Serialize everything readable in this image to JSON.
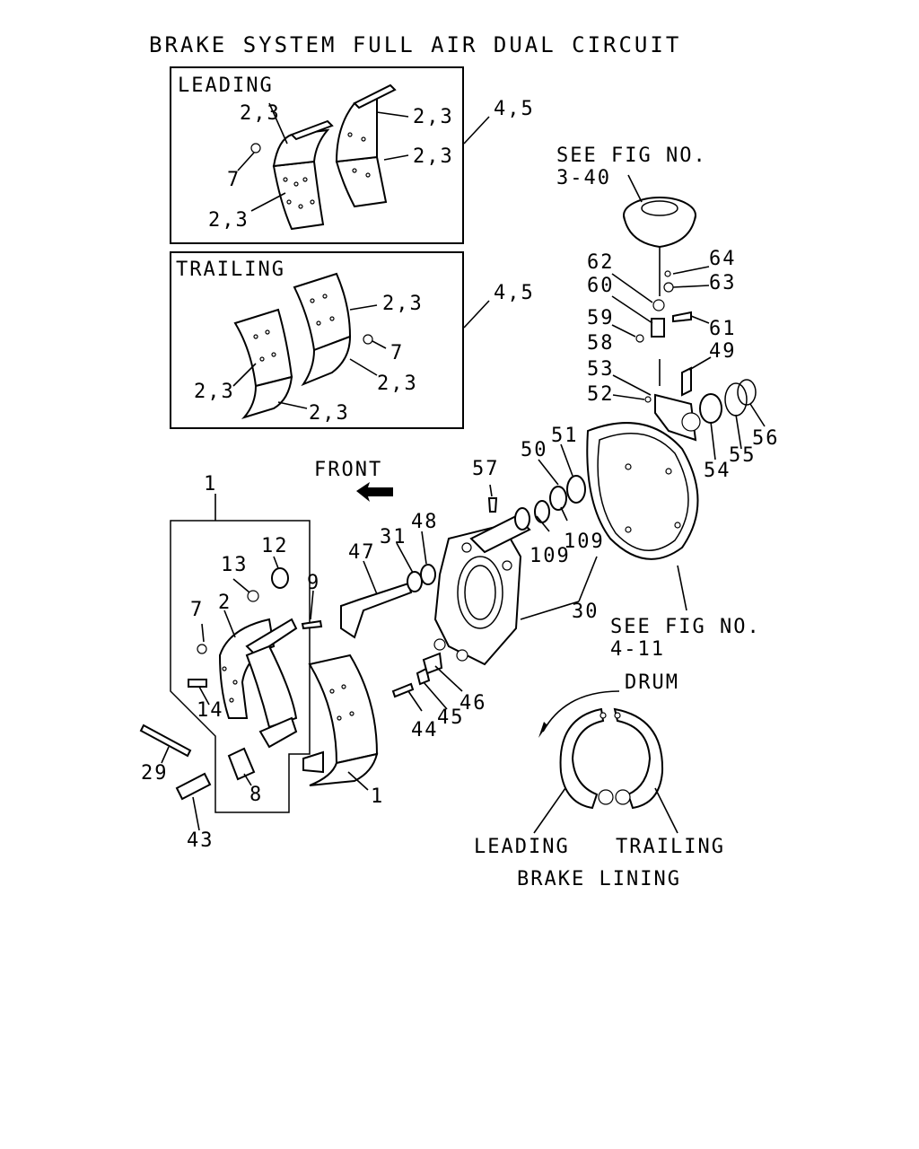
{
  "title": "BRAKE SYSTEM FULL AIR DUAL CIRCUIT",
  "leading_box": {
    "heading": "LEADING"
  },
  "trailing_box": {
    "heading": "TRAILING"
  },
  "front_label": "FRONT",
  "refs": {
    "fig_3_40_line1": "SEE FIG NO.",
    "fig_3_40_line2": "3-40",
    "fig_4_11_line1": "SEE FIG NO.",
    "fig_4_11_line2": "4-11"
  },
  "drum_inset": {
    "drum": "DRUM",
    "leading": "LEADING",
    "trailing": "TRAILING",
    "brake_lining": "BRAKE LINING"
  },
  "callouts": {
    "p1": "1",
    "p1b": "1",
    "p2": "2",
    "p7": "7",
    "p7b": "7",
    "p7c": "7",
    "p8": "8",
    "p9": "9",
    "p12": "12",
    "p13": "13",
    "p14": "14",
    "p23a": "2,3",
    "p23b": "2,3",
    "p23c": "2,3",
    "p23d": "2,3",
    "p23e": "2,3",
    "p23f": "2,3",
    "p23g": "2,3",
    "p23h": "2,3",
    "p45a": "4,5",
    "p45b": "4,5",
    "p29": "29",
    "p30": "30",
    "p31": "31",
    "p43": "43",
    "p44": "44",
    "p45": "45",
    "p46": "46",
    "p47": "47",
    "p48": "48",
    "p49": "49",
    "p50": "50",
    "p51": "51",
    "p52": "52",
    "p53": "53",
    "p54": "54",
    "p55": "55",
    "p56": "56",
    "p57": "57",
    "p58": "58",
    "p59": "59",
    "p60": "60",
    "p61": "61",
    "p62": "62",
    "p63": "63",
    "p64": "64",
    "p109a": "109",
    "p109b": "109"
  }
}
